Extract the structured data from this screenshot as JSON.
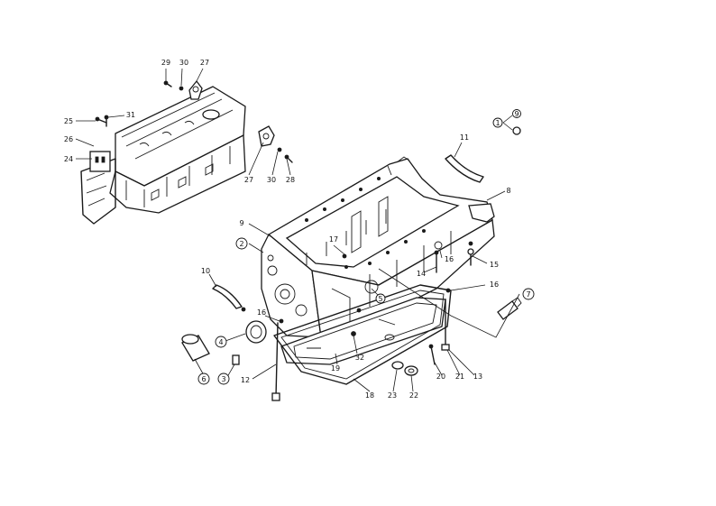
{
  "callouts": [
    {
      "id": "c29a",
      "text": "29",
      "circled": false
    },
    {
      "id": "c30a",
      "text": "30",
      "circled": false
    },
    {
      "id": "c27a",
      "text": "27",
      "circled": false
    },
    {
      "id": "c31",
      "text": "31",
      "circled": false
    },
    {
      "id": "c25",
      "text": "25",
      "circled": false
    },
    {
      "id": "c26",
      "text": "26",
      "circled": false
    },
    {
      "id": "c24",
      "text": "24",
      "circled": false
    },
    {
      "id": "c27b",
      "text": "27",
      "circled": false
    },
    {
      "id": "c30b",
      "text": "30",
      "circled": false
    },
    {
      "id": "c28",
      "text": "28",
      "circled": false
    },
    {
      "id": "c11",
      "text": "11",
      "circled": false
    },
    {
      "id": "c8",
      "text": "8",
      "circled": false
    },
    {
      "id": "c1",
      "text": "1",
      "circled": true
    },
    {
      "id": "c9",
      "text": "9",
      "circled": true
    },
    {
      "id": "c9b",
      "text": "9",
      "circled": false
    },
    {
      "id": "c2",
      "text": "2",
      "circled": true
    },
    {
      "id": "c17",
      "text": "17",
      "circled": false
    },
    {
      "id": "c16a",
      "text": "16",
      "circled": false
    },
    {
      "id": "c15",
      "text": "15",
      "circled": false
    },
    {
      "id": "c14",
      "text": "14",
      "circled": false
    },
    {
      "id": "c10",
      "text": "10",
      "circled": false
    },
    {
      "id": "c5",
      "text": "5",
      "circled": true
    },
    {
      "id": "c16b",
      "text": "16",
      "circled": false
    },
    {
      "id": "c7",
      "text": "7",
      "circled": true
    },
    {
      "id": "c16c",
      "text": "16",
      "circled": false
    },
    {
      "id": "c4",
      "text": "4",
      "circled": true
    },
    {
      "id": "c6",
      "text": "6",
      "circled": true
    },
    {
      "id": "c3",
      "text": "3",
      "circled": true
    },
    {
      "id": "c12",
      "text": "12",
      "circled": false
    },
    {
      "id": "c32",
      "text": "32",
      "circled": false
    },
    {
      "id": "c19",
      "text": "19",
      "circled": false
    },
    {
      "id": "c20",
      "text": "20",
      "circled": false
    },
    {
      "id": "c21",
      "text": "21",
      "circled": false
    },
    {
      "id": "c13",
      "text": "13",
      "circled": false
    },
    {
      "id": "c18",
      "text": "18",
      "circled": false
    },
    {
      "id": "c23",
      "text": "23",
      "circled": false
    },
    {
      "id": "c22",
      "text": "22",
      "circled": false
    }
  ]
}
